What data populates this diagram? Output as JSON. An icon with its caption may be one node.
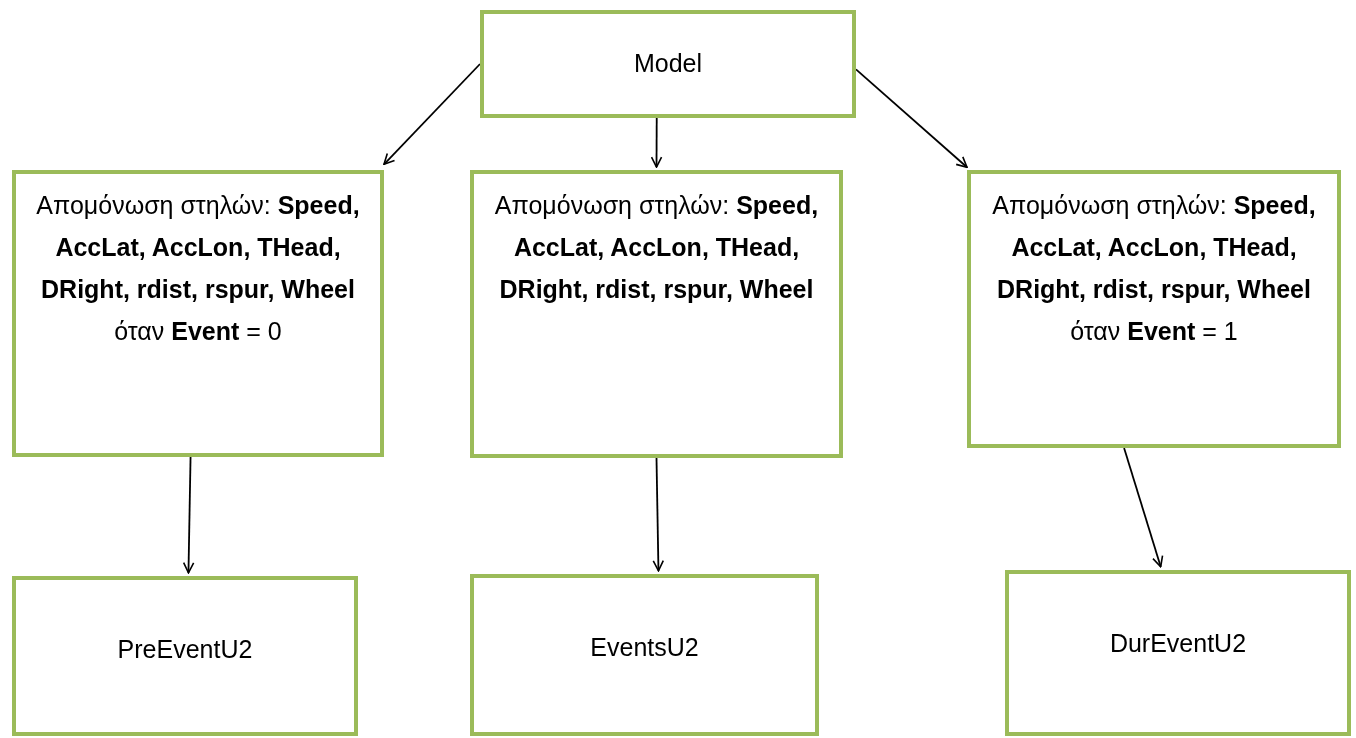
{
  "diagram": {
    "nodes": [
      {
        "text": [
          "Model"
        ]
      },
      {
        "text": [
          "Απομόνωση στηλών: **Speed, AccLat, AccLon, THead, DRight, rdist, rspur, Wheel** όταν **Event** = 0"
        ]
      },
      {
        "text": [
          "Απομόνωση στηλών: **Speed, AccLat, AccLon, THead, DRight, rdist, rspur, Wheel**"
        ]
      },
      {
        "text": [
          "Απομόνωση στηλών: **Speed, AccLat, AccLon, THead, DRight, rdist, rspur, Wheel** όταν **Event** = 1"
        ]
      },
      {
        "text": [
          "PreEventU2"
        ]
      },
      {
        "text": [
          "EventsU2"
        ]
      },
      {
        "text": [
          "DurEventU2"
        ]
      }
    ],
    "edges": [
      {
        "from": 0,
        "to": 1,
        "arrow": "to"
      },
      {
        "from": 0,
        "to": 2,
        "arrow": "to"
      },
      {
        "from": 0,
        "to": 3,
        "arrow": "to"
      },
      {
        "from": 1,
        "to": 4,
        "arrow": "to"
      },
      {
        "from": 2,
        "to": 5,
        "arrow": "to"
      },
      {
        "from": 3,
        "to": 6,
        "arrow": "to"
      }
    ]
  }
}
